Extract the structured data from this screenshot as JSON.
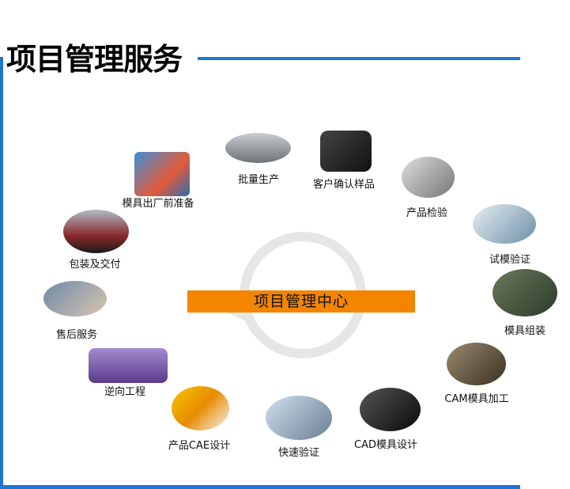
{
  "title": "项目管理服务",
  "center_label": "项目管理中心",
  "colors": {
    "frame": "#1f77d0",
    "center": "#f38500",
    "ring": "#e6e6e6"
  },
  "steps": [
    {
      "label": "模具出厂前准备",
      "icon": "mold-icon"
    },
    {
      "label": "批量生产",
      "icon": "production-line-icon"
    },
    {
      "label": "客户确认样品",
      "icon": "sample-part-icon"
    },
    {
      "label": "产品检验",
      "icon": "inspection-machine-icon"
    },
    {
      "label": "试模验证",
      "icon": "trial-mold-icon"
    },
    {
      "label": "模具组装",
      "icon": "mold-assembly-icon"
    },
    {
      "label": "CAM模具加工",
      "icon": "cnc-machining-icon"
    },
    {
      "label": "CAD模具设计",
      "icon": "cad-workstation-icon"
    },
    {
      "label": "快速验证",
      "icon": "prototype-icon"
    },
    {
      "label": "产品CAE设计",
      "icon": "cae-simulation-icon"
    },
    {
      "label": "逆向工程",
      "icon": "reverse-engineering-icon"
    },
    {
      "label": "售后服务",
      "icon": "handshake-icon"
    },
    {
      "label": "包装及交付",
      "icon": "ship-icon"
    }
  ]
}
